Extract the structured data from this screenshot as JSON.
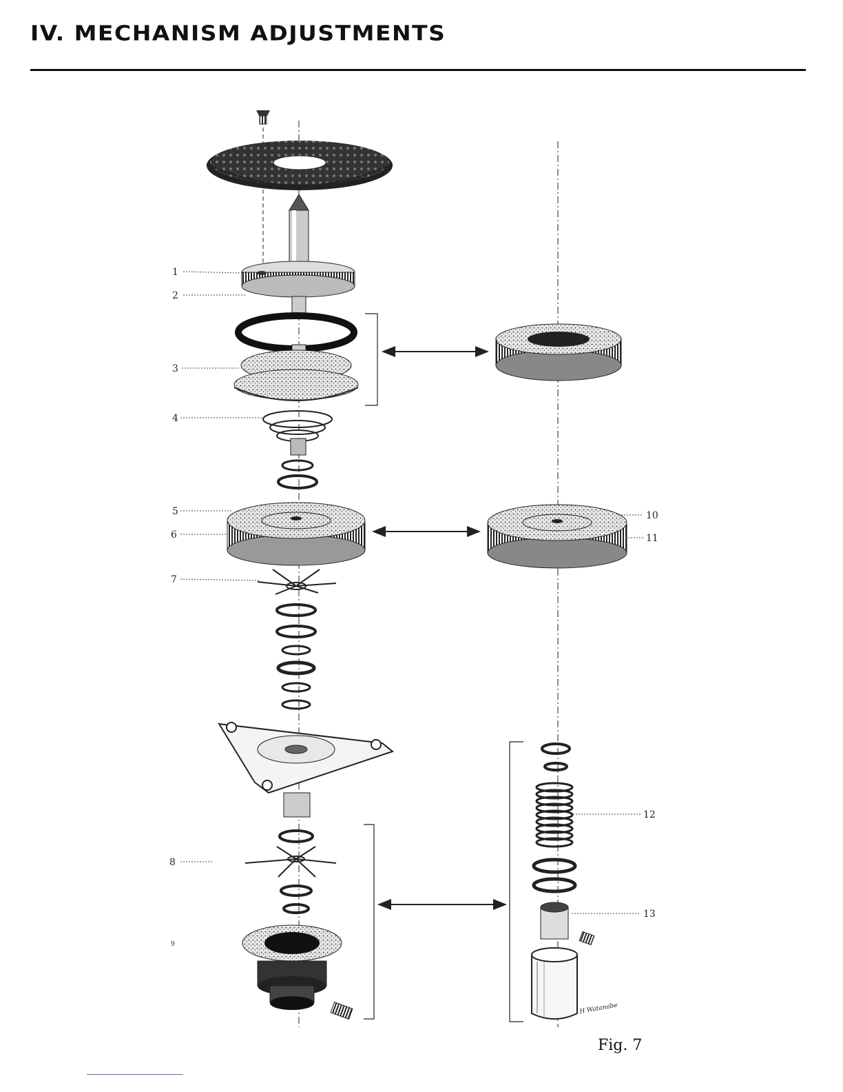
{
  "heading": "IV. MECHANISM ADJUSTMENTS",
  "figure_caption": "Fig. 7",
  "signature": "H Watanabe",
  "callouts": [
    {
      "id": "1",
      "text": "1"
    },
    {
      "id": "2",
      "text": "2"
    },
    {
      "id": "3",
      "text": "3"
    },
    {
      "id": "4",
      "text": "4"
    },
    {
      "id": "5",
      "text": "5"
    },
    {
      "id": "6",
      "text": "6"
    },
    {
      "id": "7",
      "text": "7"
    },
    {
      "id": "8",
      "text": "8"
    },
    {
      "id": "9",
      "text": "9"
    },
    {
      "id": "10",
      "text": "10"
    },
    {
      "id": "11",
      "text": "11"
    },
    {
      "id": "12",
      "text": "12"
    },
    {
      "id": "13",
      "text": "13"
    }
  ]
}
